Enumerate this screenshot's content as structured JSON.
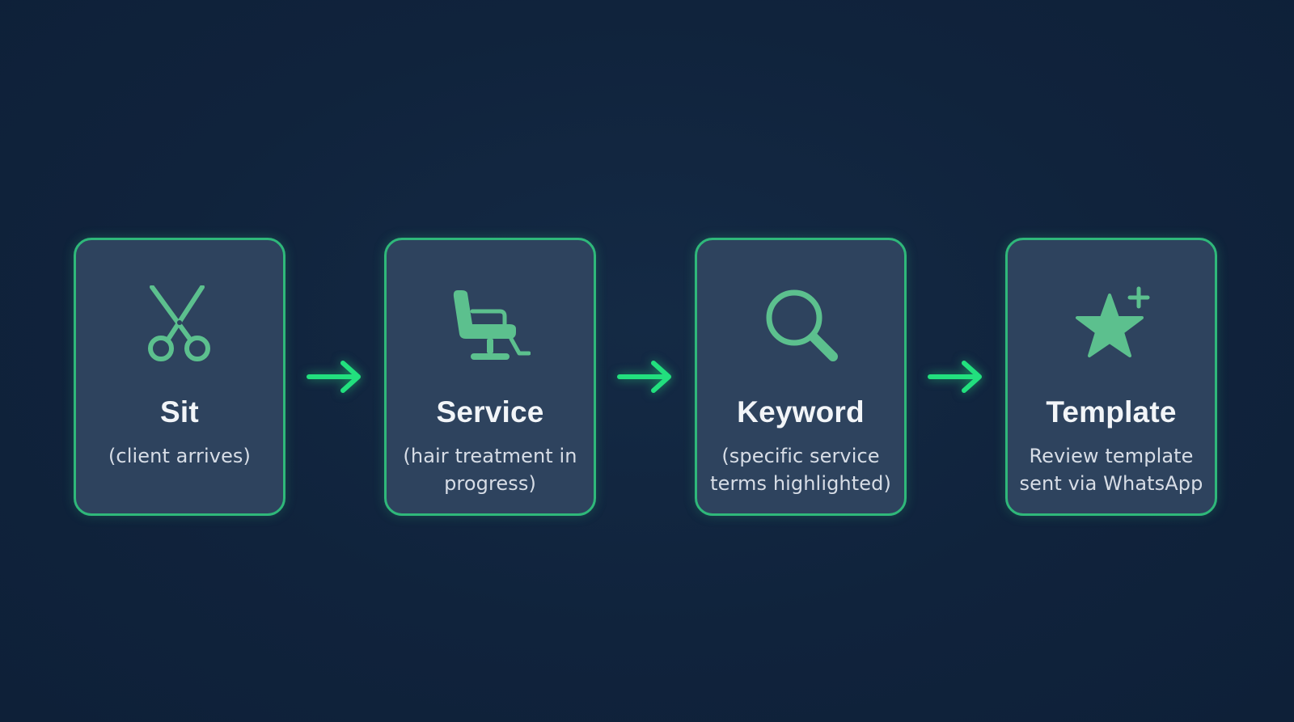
{
  "steps": [
    {
      "title": "Sit",
      "desc_lines": [
        "(client arrives)"
      ],
      "icon": "scissors-icon"
    },
    {
      "title": "Service",
      "desc_lines": [
        "(hair treatment in",
        "progress)"
      ],
      "icon": "salon-chair-icon"
    },
    {
      "title": "Keyword",
      "desc_lines": [
        "(specific service",
        "terms highlighted)"
      ],
      "icon": "magnifier-icon"
    },
    {
      "title": "Template",
      "desc_lines": [
        "Review template",
        "sent via WhatsApp"
      ],
      "icon": "star-plus-icon"
    }
  ],
  "colors": {
    "background": "#10233c",
    "card_fill": "#2e435e",
    "card_border": "#2fb87a",
    "icon": "#5cc08e",
    "arrow": "#22e07e",
    "title_text": "#f2f5f8",
    "desc_text": "#d7dde6"
  }
}
